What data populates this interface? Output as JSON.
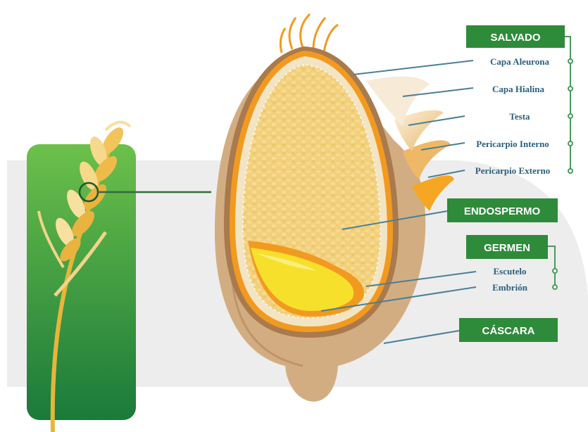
{
  "labels": {
    "salvado": "SALVADO",
    "capa_aleurona": "Capa Aleurona",
    "capa_hialina": "Capa Hialina",
    "testa": "Testa",
    "pericarpio_interno": "Pericarpio Interno",
    "pericarpio_externo": "Pericarpio Externo",
    "endospermo": "ENDOSPERMO",
    "germen": "GERMEN",
    "escutelo": "Escutelo",
    "embrion": "Embrión",
    "cascara": "CÁSCARA"
  },
  "colors": {
    "label_green": "#2e8b3a",
    "leader_line": "#4a7f95",
    "endosperm": "#f2cf7a",
    "germ": "#f7e02a",
    "husk": "#c9a27a",
    "orange_layer": "#f29a1f"
  }
}
